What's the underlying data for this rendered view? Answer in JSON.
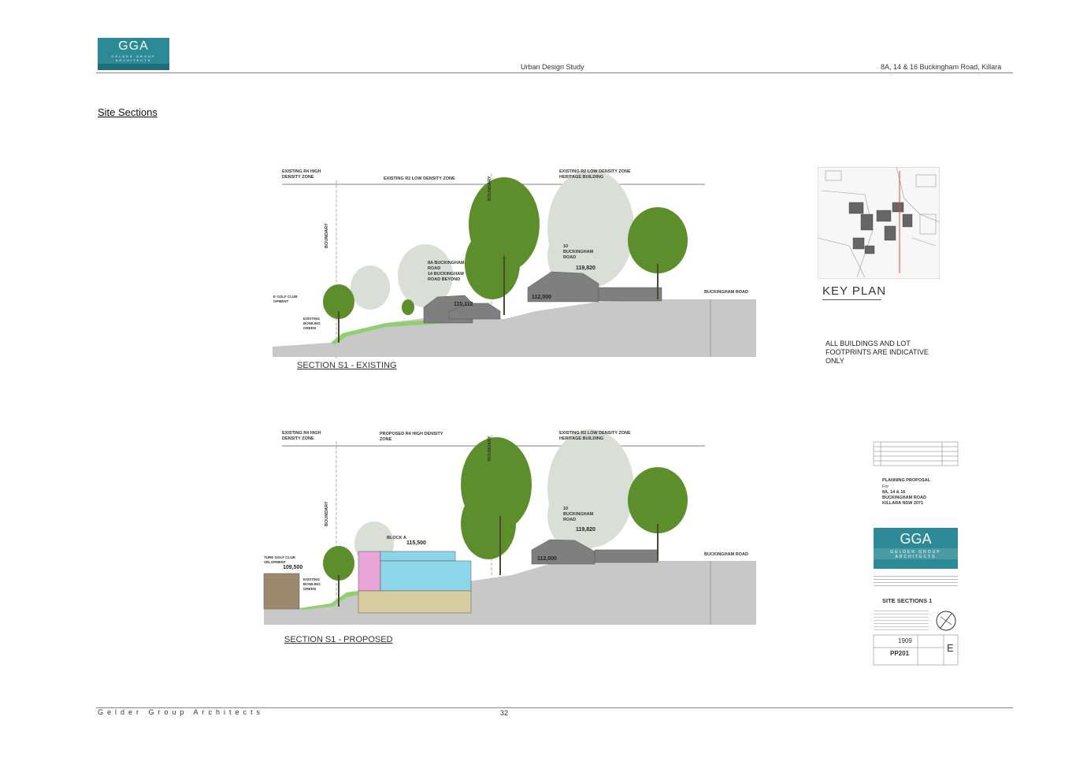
{
  "header": {
    "logo_text": "GGA",
    "logo_subtext": "GELDER GROUP ARCHITECTS",
    "center": "Urban Design Study",
    "right": "8A, 14 & 16 Buckingham Road, Killara"
  },
  "page_title": "Site Sections",
  "section_existing": {
    "caption": "SECTION S1 -  EXISTING",
    "zone_left": "EXISTING R4 HIGH\nDENSITY ZONE",
    "zone_mid": "EXISTING R2 LOW DENSITY ZONE",
    "zone_right": "EXISTING R2 LOW DENSITY ZONE\nHERITAGE BUILDING",
    "boundary": "BOUNDARY",
    "golf": "E GOLF CLUB\nOPMENT",
    "bowling": "EXISTING\nBOWLING\nGREEN",
    "house_label": "8A BUCKINGHAM\nROAD\n14 BUCKINGHAM\nROAD BEYOND",
    "buck10": "10\nBUCKINGHAM\nROAD",
    "level_119": "119,820",
    "level_110": "110,112",
    "level_112": "112,000",
    "road": "BUCKINGHAM ROAD"
  },
  "section_proposed": {
    "caption": "SECTION S1 -  PROPOSED",
    "zone_left": "EXISTING R4 HIGH\nDENSITY ZONE",
    "zone_mid": "PROPOSED R4 HIGH DENSITY\nZONE",
    "zone_right": "EXISTING R2 LOW DENSITY ZONE\nHERITAGE BUILDING",
    "boundary": "BOUNDARY",
    "golf": "TURE GOLF CLUB\nVELOPMENT",
    "level_109": "109,500",
    "bowling": "EXISTING\nBOWLING\nGREEN",
    "block": "BLOCK A",
    "level_115": "115,500",
    "buck10": "10\nBUCKINGHAM\nROAD",
    "level_119": "119,820",
    "level_112": "112,000",
    "road": "BUCKINGHAM ROAD"
  },
  "key_plan": {
    "title": "KEY PLAN",
    "note": "ALL BUILDINGS AND LOT\nFOOTPRINTS ARE INDICATIVE\nONLY"
  },
  "title_block": {
    "heading": "PLANNING PROPOSAL",
    "for": "For",
    "address": "8A, 14 & 16\nBUCKINGHAM ROAD\nKILLARA NSW 2071",
    "logo_text": "GGA",
    "logo_subtext": "GELDER GROUP ARCHITECTS",
    "sheet_title": "SITE SECTIONS 1",
    "project_no": "1909",
    "drawing_no": "PP201",
    "revision": "E"
  },
  "footer": {
    "left": "Gelder Group Architects",
    "page": "32"
  },
  "colors": {
    "teal": "#2c8a96",
    "ground": "#c8c8c8",
    "grass": "#8fcf6e",
    "tree": "#5c8f2c",
    "ghost_tree": "#d6dcd2",
    "block_blue": "#8dd6ea",
    "block_pink": "#e7a5d8",
    "block_tan": "#d8cda0"
  }
}
